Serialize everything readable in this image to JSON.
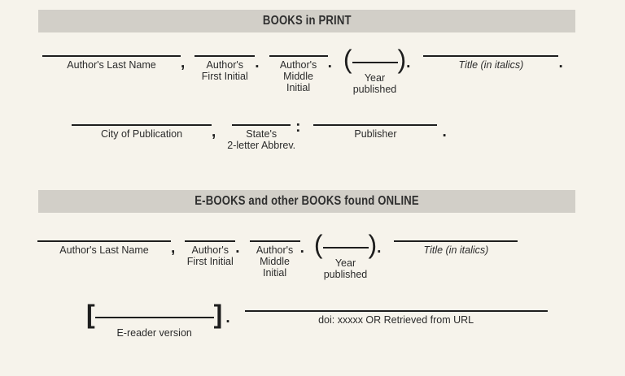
{
  "document": {
    "background_color": "#f6f3eb",
    "bar_color": "#d2cfc8",
    "rule_color": "#1e1e1e"
  },
  "sections": [
    {
      "id": "books-in-print",
      "title": "BOOKS in PRINT",
      "lines": [
        {
          "id": "print-line-1",
          "fields": [
            {
              "caption": "Author's Last Name",
              "trailing": ","
            },
            {
              "caption": "Author's\nFirst Initial",
              "trailing": "."
            },
            {
              "caption": "Author's\nMiddle\nInitial",
              "trailing": "."
            },
            {
              "caption": "Year\npublished",
              "wrapper": "parentheses",
              "trailing": "."
            },
            {
              "caption": "Title (in italics)",
              "italic": true,
              "trailing": "."
            }
          ]
        },
        {
          "id": "print-line-2",
          "fields": [
            {
              "caption": "City of Publication",
              "trailing": ","
            },
            {
              "caption": "State's\n2-letter Abbrev.",
              "trailing": ":"
            },
            {
              "caption": "Publisher",
              "trailing": "."
            }
          ]
        }
      ]
    },
    {
      "id": "e-books-online",
      "title": "E-BOOKS and other BOOKS found ONLINE",
      "lines": [
        {
          "id": "online-line-1",
          "fields": [
            {
              "caption": "Author's Last Name",
              "trailing": ","
            },
            {
              "caption": "Author's\nFirst Initial",
              "trailing": "."
            },
            {
              "caption": "Author's\nMiddle\nInitial",
              "trailing": "."
            },
            {
              "caption": "Year\npublished",
              "wrapper": "parentheses",
              "trailing": "."
            },
            {
              "caption": "Title (in italics)",
              "italic": true,
              "trailing": ""
            }
          ]
        },
        {
          "id": "online-line-2",
          "fields": [
            {
              "caption": "E-reader version",
              "wrapper": "brackets",
              "trailing": "."
            },
            {
              "caption": "doi: xxxxx OR Retrieved from URL",
              "trailing": ""
            }
          ]
        }
      ]
    }
  ]
}
